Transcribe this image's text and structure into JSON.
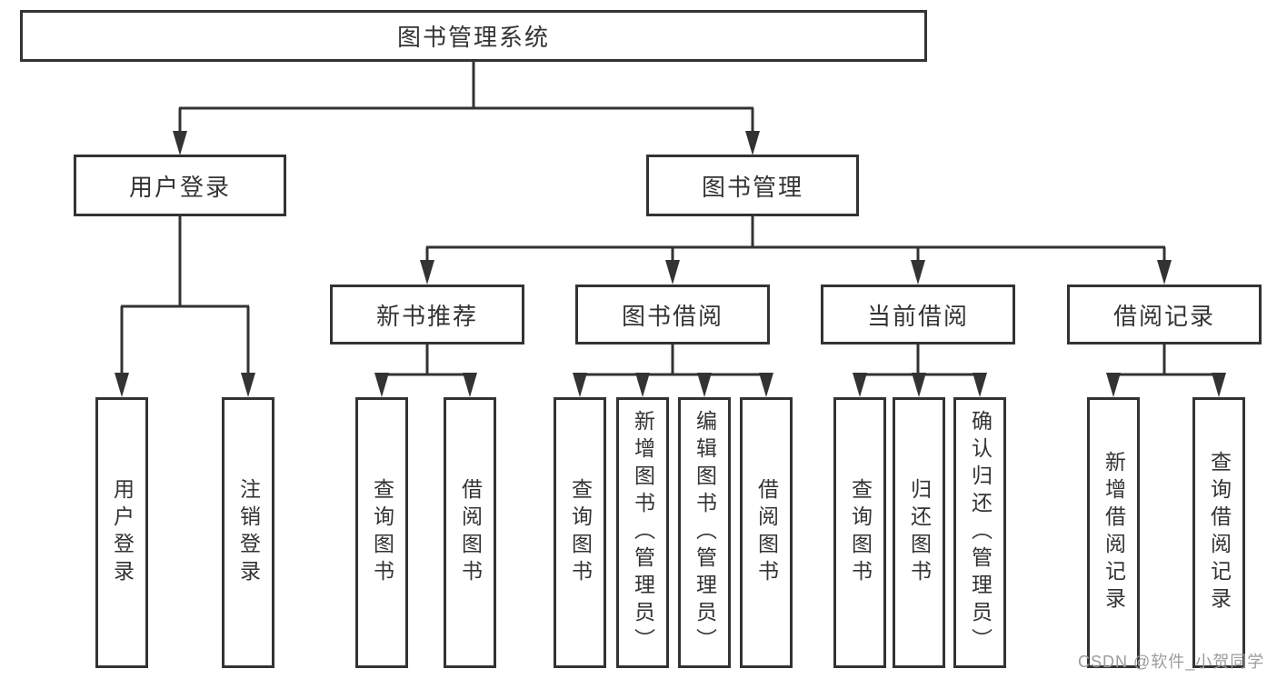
{
  "diagram": {
    "root_label": "图书管理系统",
    "branches": [
      {
        "label": "用户登录",
        "children": [
          "用户登录",
          "注销登录"
        ]
      },
      {
        "label": "图书管理",
        "sections": [
          {
            "label": "新书推荐",
            "children": [
              "查询图书",
              "借阅图书"
            ]
          },
          {
            "label": "图书借阅",
            "children": [
              "查询图书",
              "新增图书（管理员）",
              "编辑图书（管理员）",
              "借阅图书"
            ]
          },
          {
            "label": "当前借阅",
            "children": [
              "查询图书",
              "归还图书",
              "确认归还（管理员）"
            ]
          },
          {
            "label": "借阅记录",
            "children": [
              "新增借阅记录",
              "查询借阅记录"
            ]
          }
        ]
      }
    ],
    "colors": {
      "line": "#333333",
      "text": "#333333",
      "box_fill": "#ffffff",
      "watermark": "#9c9c9c"
    }
  },
  "watermark": {
    "text": "CSDN @软件_小贺同学"
  }
}
